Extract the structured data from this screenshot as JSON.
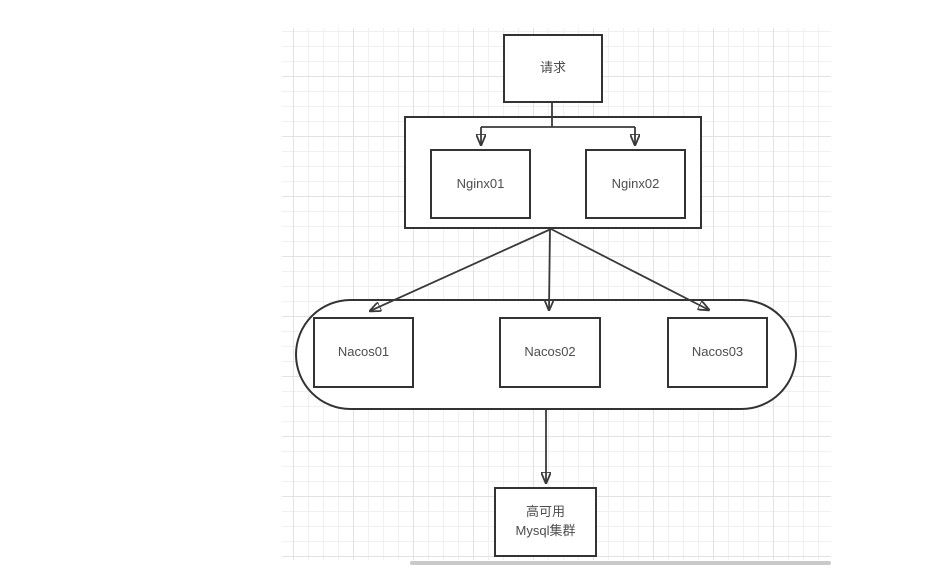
{
  "nodes": {
    "request": {
      "label": "请求"
    },
    "nginx01": {
      "label": "Nginx01"
    },
    "nginx02": {
      "label": "Nginx02"
    },
    "nacos01": {
      "label": "Nacos01"
    },
    "nacos02": {
      "label": "Nacos02"
    },
    "nacos03": {
      "label": "Nacos03"
    },
    "mysql": {
      "label": "高可用\nMysql集群"
    }
  },
  "edges": [
    {
      "from": "request",
      "to": "nginx01",
      "arrow": true
    },
    {
      "from": "request",
      "to": "nginx02",
      "arrow": true
    },
    {
      "from": "nginx-cluster",
      "to": "nacos01",
      "arrow": true
    },
    {
      "from": "nginx-cluster",
      "to": "nacos02",
      "arrow": true
    },
    {
      "from": "nginx-cluster",
      "to": "nacos03",
      "arrow": true
    },
    {
      "from": "nacos-cluster",
      "to": "mysql",
      "arrow": true
    }
  ],
  "colors": {
    "background": "#ffffff",
    "node_border": "#333333",
    "node_fill": "#ffffff",
    "edge": "#3a3a3a",
    "text": "#4d4d4d",
    "grid_minor": "#f0f0f0",
    "grid_major": "#e2e2e2",
    "scrollbar": "#c9c9c9"
  }
}
